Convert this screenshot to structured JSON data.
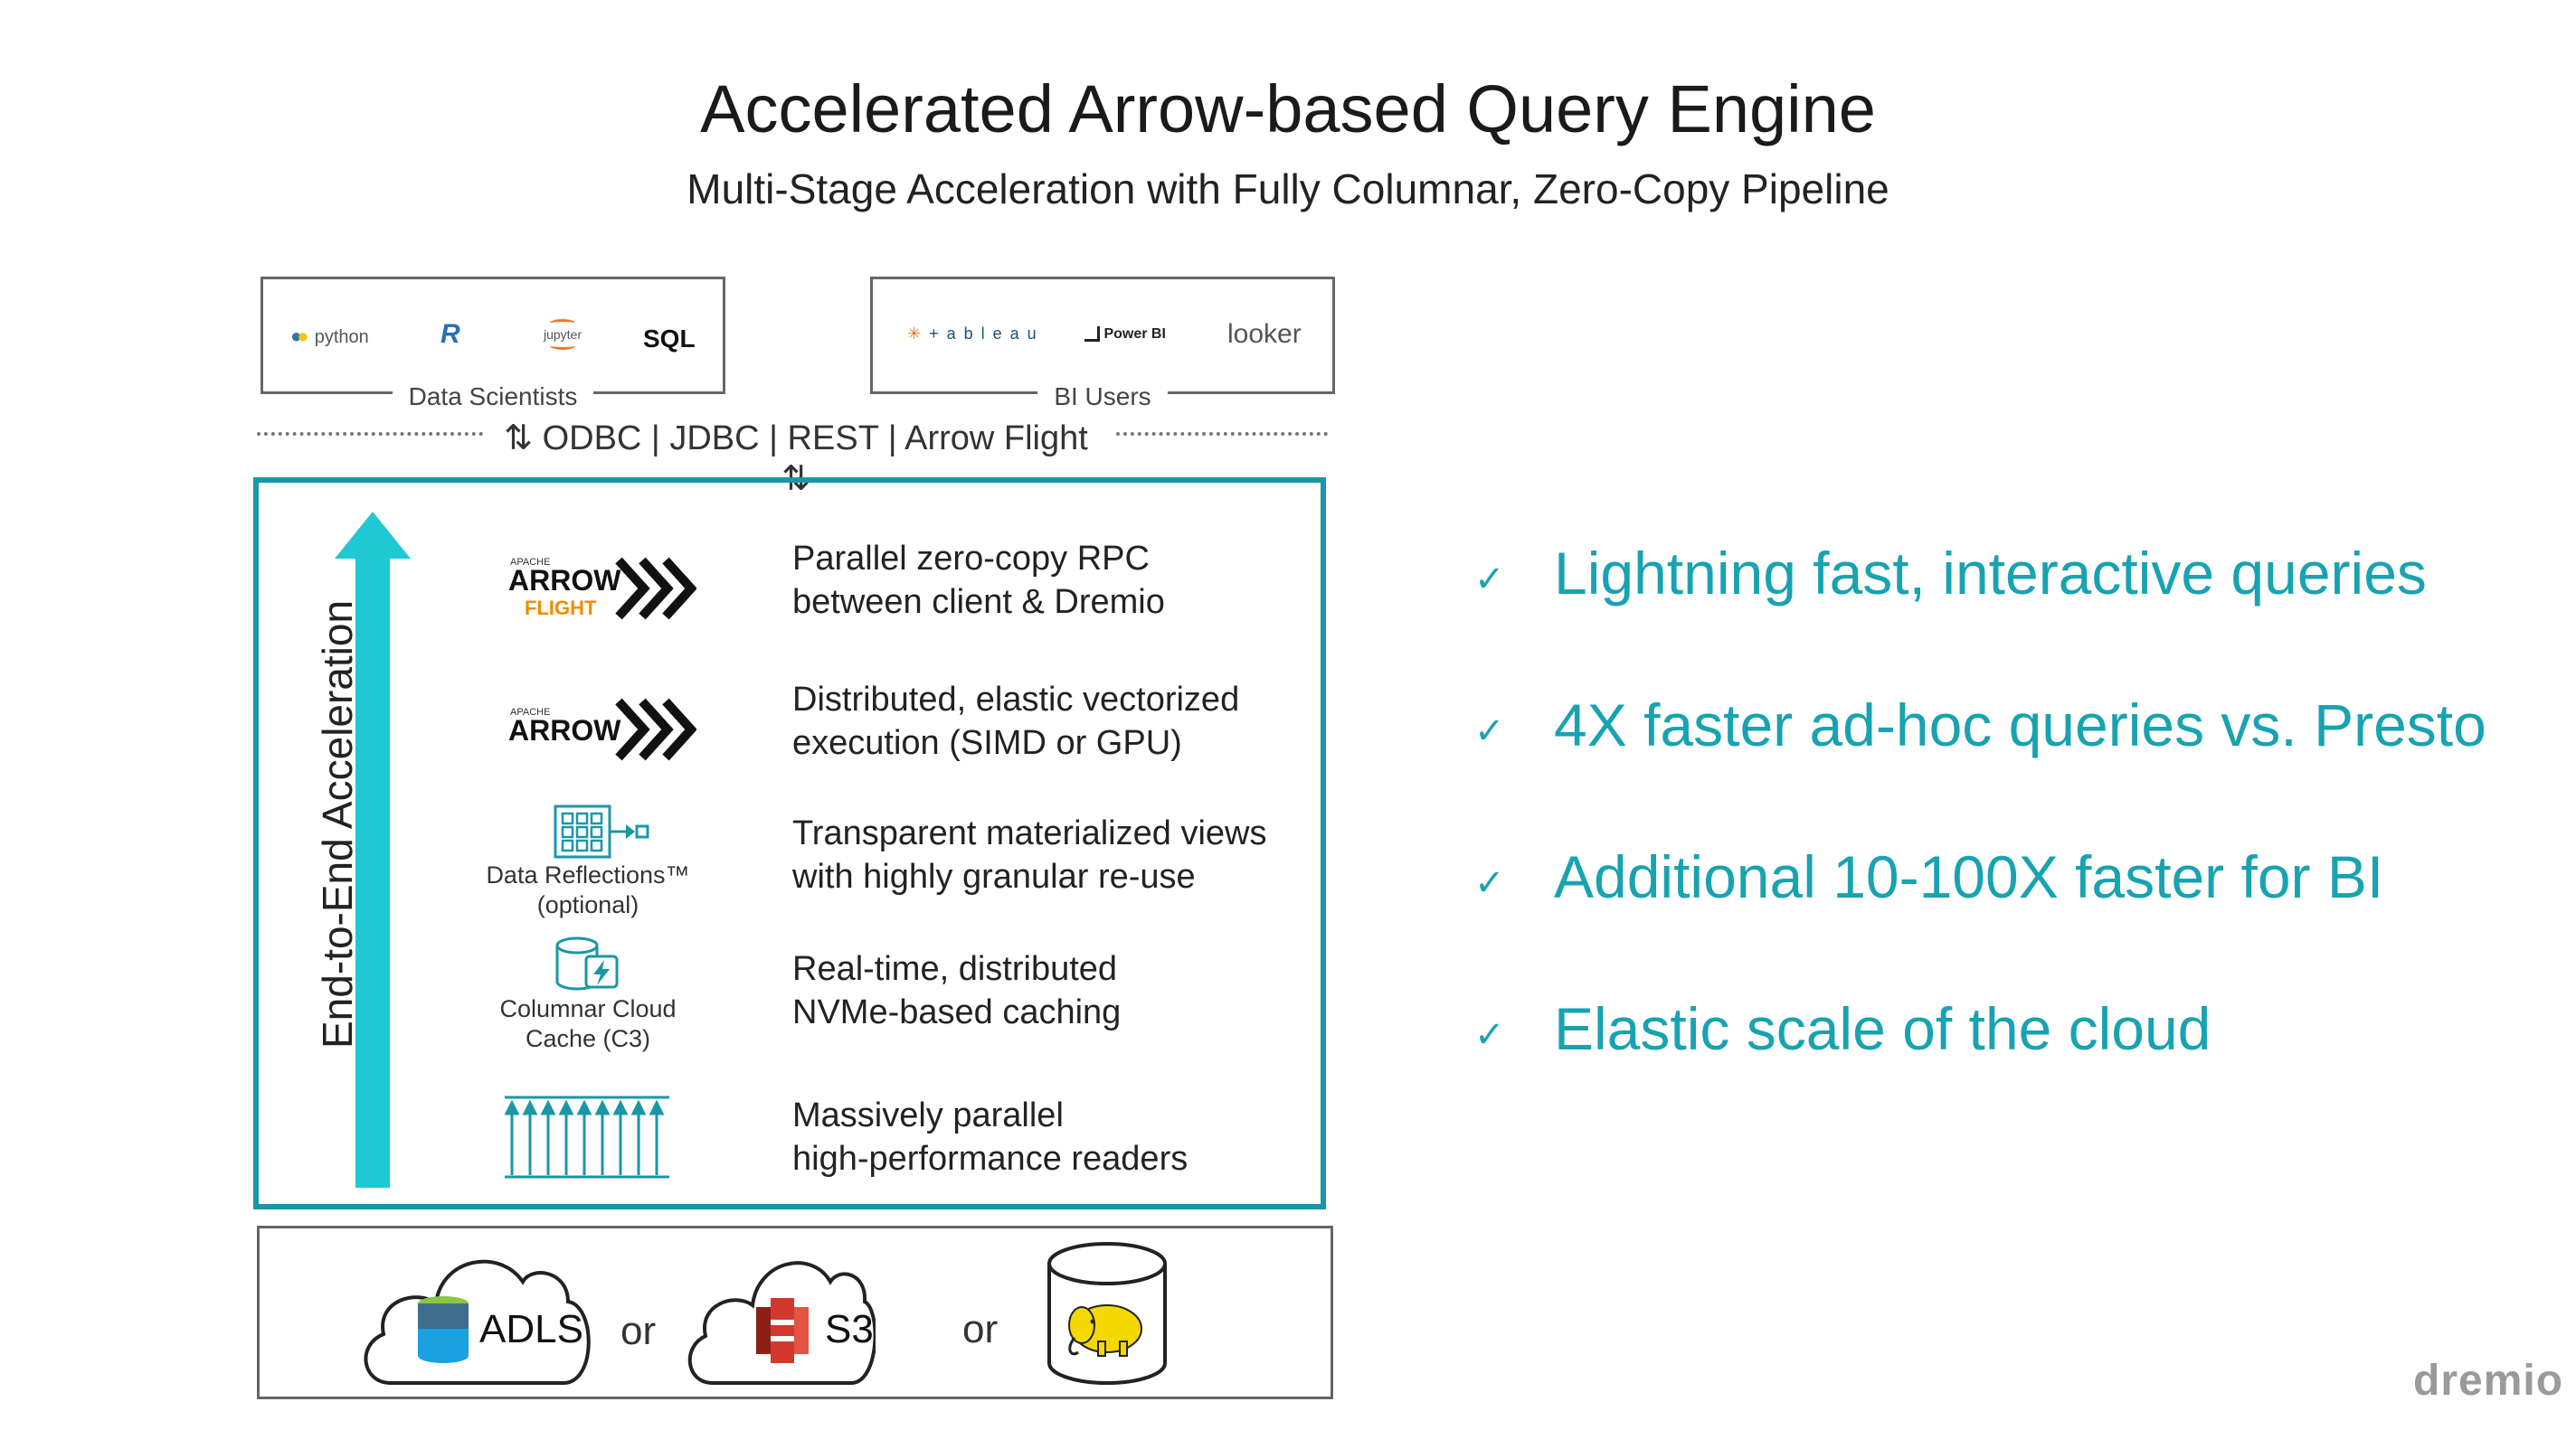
{
  "title": "Accelerated Arrow-based Query Engine",
  "subtitle": "Multi-Stage Acceleration with Fully Columnar, Zero-Copy Pipeline",
  "client_groups": [
    {
      "label": "Data Scientists",
      "logos": [
        "python",
        "R",
        "jupyter",
        "SQL"
      ]
    },
    {
      "label": "BI Users",
      "logos": [
        "+ a b l e a u",
        "Power BI",
        "looker"
      ]
    }
  ],
  "protocols": "⇅ ODBC | JDBC | REST | Arrow Flight ⇅",
  "acceleration_label": "End-to-End Acceleration",
  "layers": [
    {
      "logo_small": "APACHE",
      "logo_main": "ARROW",
      "logo_sub": "FLIGHT",
      "lines": [
        "Parallel zero-copy RPC",
        "between client & Dremio"
      ]
    },
    {
      "logo_small": "APACHE",
      "logo_main": "ARROW",
      "lines": [
        "Distributed, elastic vectorized",
        "execution (SIMD or GPU)"
      ]
    },
    {
      "icon_label": [
        "Data Reflections™",
        "(optional)"
      ],
      "lines": [
        "Transparent materialized views",
        "with highly granular re-use"
      ]
    },
    {
      "icon_label": [
        "Columnar Cloud",
        "Cache (C3)"
      ],
      "lines": [
        "Real-time, distributed",
        "NVMe-based caching"
      ]
    },
    {
      "lines": [
        "Massively parallel",
        "high-performance readers"
      ]
    }
  ],
  "sources": {
    "adls": "ADLS",
    "or1": "or",
    "s3": "S3",
    "or2": "or"
  },
  "bullets": [
    "Lightning fast, interactive queries",
    "4X faster ad-hoc queries vs. Presto",
    "Additional 10-100X faster for BI",
    "Elastic scale of the cloud"
  ],
  "check_glyph": "✓",
  "brand": "dremio",
  "colors": {
    "accent": "#17a3b1",
    "arrow": "#1fc9d4",
    "border": "#1a97a6",
    "s3_red": "#d4382c",
    "hadoop_yellow": "#f5d800"
  }
}
